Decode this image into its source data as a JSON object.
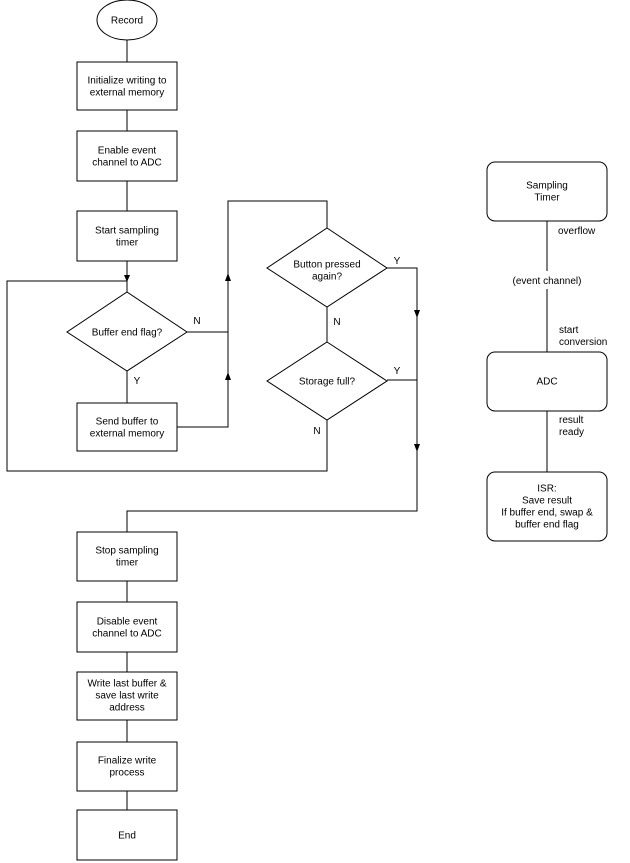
{
  "nodes": {
    "record": {
      "lines": [
        "Record"
      ]
    },
    "init_write": {
      "lines": [
        "Initialize writing to",
        "external memory"
      ]
    },
    "enable_event": {
      "lines": [
        "Enable event",
        "channel to ADC"
      ]
    },
    "start_timer": {
      "lines": [
        "Start sampling",
        "timer"
      ]
    },
    "buffer_end": {
      "lines": [
        "Buffer end flag?"
      ]
    },
    "send_buffer": {
      "lines": [
        "Send buffer to",
        "external memory"
      ]
    },
    "button_pressed": {
      "lines": [
        "Button pressed",
        "again?"
      ]
    },
    "storage_full": {
      "lines": [
        "Storage full?"
      ]
    },
    "stop_timer": {
      "lines": [
        "Stop sampling",
        "timer"
      ]
    },
    "disable_event": {
      "lines": [
        "Disable event",
        "channel to ADC"
      ]
    },
    "write_last": {
      "lines": [
        "Write last buffer &",
        "save last write",
        "address"
      ]
    },
    "finalize": {
      "lines": [
        "Finalize write",
        "process"
      ]
    },
    "end": {
      "lines": [
        "End"
      ]
    },
    "sampling_timer": {
      "lines": [
        "Sampling",
        "Timer"
      ]
    },
    "adc": {
      "lines": [
        "ADC"
      ]
    },
    "isr": {
      "lines": [
        "ISR:",
        "Save result",
        "If buffer end, swap &",
        "buffer end flag"
      ]
    }
  },
  "edge_labels": {
    "buffer_end_no": "N",
    "buffer_end_yes": "Y",
    "button_yes": "Y",
    "button_no": "N",
    "storage_yes": "Y",
    "storage_no": "N"
  },
  "side_labels": {
    "overflow": [
      "overflow"
    ],
    "event_channel": [
      "(event channel)"
    ],
    "start_conversion": [
      "start",
      "conversion"
    ],
    "result_ready": [
      "result",
      "ready"
    ]
  }
}
